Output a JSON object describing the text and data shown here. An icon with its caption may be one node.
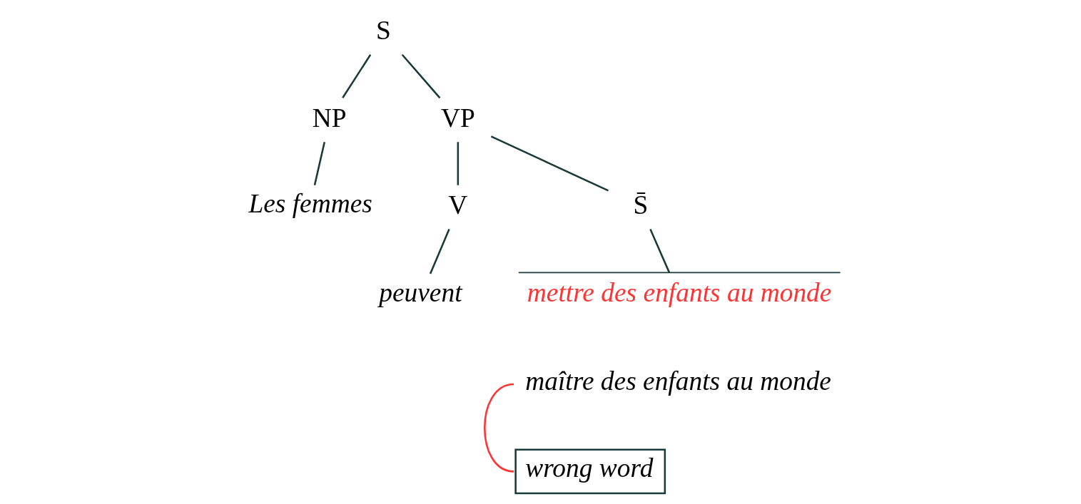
{
  "diagram": {
    "nodes": [
      {
        "text": [
          "S"
        ]
      },
      {
        "text": [
          "NP"
        ]
      },
      {
        "text": [
          "VP"
        ]
      },
      {
        "text": [
          "Les femmes"
        ]
      },
      {
        "text": [
          "V"
        ]
      },
      {
        "text": [
          "S̄"
        ]
      },
      {
        "text": [
          "mettre des enfants au monde"
        ]
      },
      {
        "text": [
          "peuvent"
        ]
      },
      {
        "text": [
          "maître des enfants au monde"
        ]
      },
      {
        "text": [
          "wrong word"
        ]
      }
    ],
    "edges": [
      {
        "from": 0,
        "to": 1,
        "arrow": "none"
      },
      {
        "from": 0,
        "to": 2,
        "arrow": "none"
      },
      {
        "from": 1,
        "to": 3,
        "arrow": "none"
      },
      {
        "from": 2,
        "to": 4,
        "arrow": "none"
      },
      {
        "from": 2,
        "to": 5,
        "arrow": "none"
      },
      {
        "from": 4,
        "to": 7,
        "arrow": "none"
      },
      {
        "from": 5,
        "to": 6,
        "arrow": "none"
      },
      {
        "from": 8,
        "to": 9,
        "arrow": "none",
        "color": "#ff3333"
      }
    ]
  }
}
